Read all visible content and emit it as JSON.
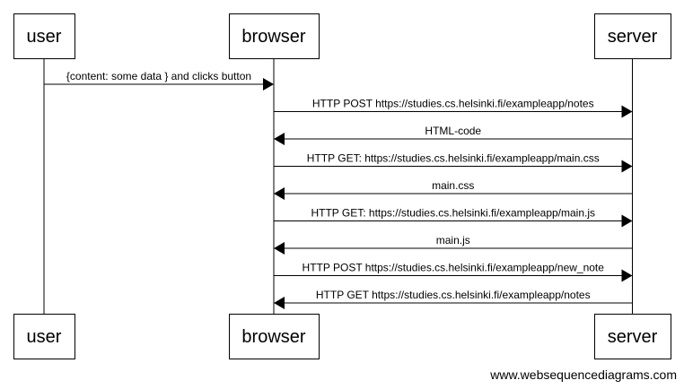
{
  "participants": [
    {
      "id": "user",
      "label": "user"
    },
    {
      "id": "browser",
      "label": "browser"
    },
    {
      "id": "server",
      "label": "server"
    }
  ],
  "messages": [
    {
      "from": "user",
      "to": "browser",
      "label": "{content: some data } and clicks button"
    },
    {
      "from": "browser",
      "to": "server",
      "label": "HTTP POST https://studies.cs.helsinki.fi/exampleapp/notes"
    },
    {
      "from": "server",
      "to": "browser",
      "label": "HTML-code"
    },
    {
      "from": "browser",
      "to": "server",
      "label": "HTTP GET: https://studies.cs.helsinki.fi/exampleapp/main.css"
    },
    {
      "from": "server",
      "to": "browser",
      "label": "main.css"
    },
    {
      "from": "browser",
      "to": "server",
      "label": "HTTP GET: https://studies.cs.helsinki.fi/exampleapp/main.js"
    },
    {
      "from": "server",
      "to": "browser",
      "label": "main.js"
    },
    {
      "from": "browser",
      "to": "server",
      "label": "HTTP POST https://studies.cs.helsinki.fi/exampleapp/new_note"
    },
    {
      "from": "server",
      "to": "browser",
      "label": "HTTP GET https://studies.cs.helsinki.fi/exampleapp/notes"
    }
  ],
  "watermark": "www.websequencediagrams.com"
}
